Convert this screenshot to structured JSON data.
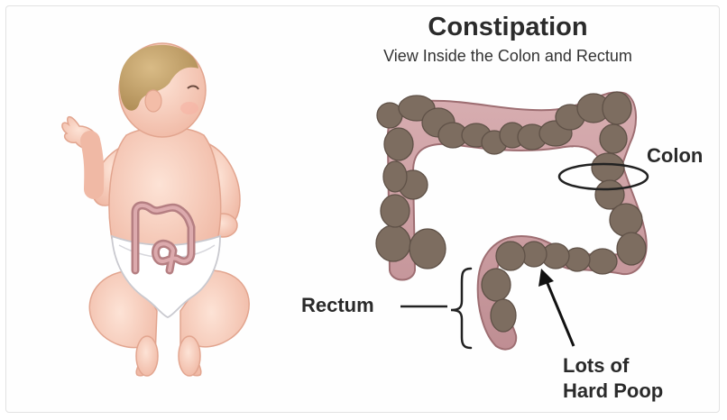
{
  "title": "Constipation",
  "subtitle": "View Inside the Colon and Rectum",
  "labels": {
    "colon": "Colon",
    "rectum": "Rectum",
    "hard_poop_line1": "Lots of",
    "hard_poop_line2": "Hard Poop"
  },
  "colors": {
    "colon_wall": "#c99a9e",
    "colon_outline": "#9e6e72",
    "stool": "#7a6a5e",
    "skin": "#f6cdbb",
    "hair": "#c9a772",
    "diaper": "#ffffff"
  }
}
